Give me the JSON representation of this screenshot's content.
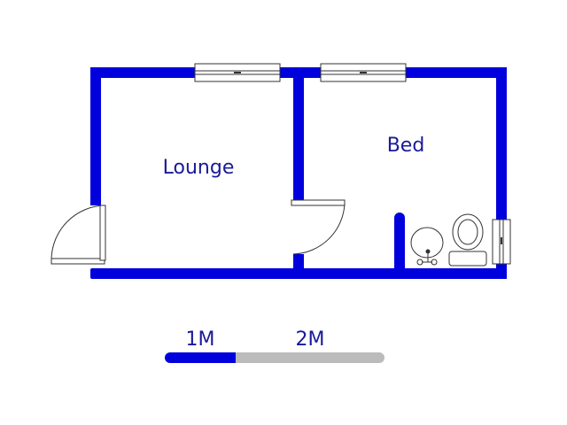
{
  "rooms": {
    "lounge": "Lounge",
    "bed": "Bed"
  },
  "scale": {
    "label_1": "1M",
    "label_2": "2M"
  },
  "colors": {
    "wall": "#0000dd",
    "label": "#1a1a99",
    "scale_grey": "#bbbbbb",
    "fixture_stroke": "#333333"
  }
}
